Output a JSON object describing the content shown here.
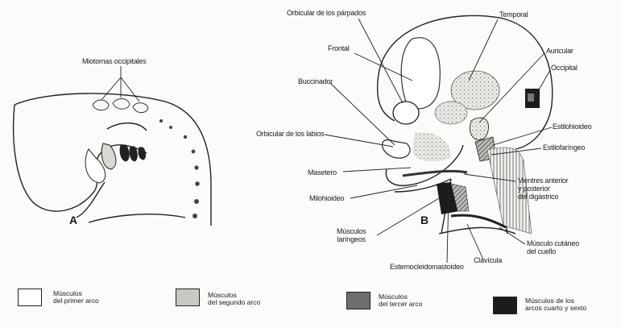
{
  "panels": {
    "a": "A",
    "b": "B"
  },
  "panel_a": {
    "label": "Miotomas occipitales"
  },
  "panel_b": {
    "orbicular_parpados": "Orbicular de los párpados",
    "temporal": "Temporal",
    "frontal": "Frontal",
    "auricular": "Auricular",
    "buccinador": "Buccinador",
    "occipital": "Occipital",
    "orbicular_labios": "Orbicular de los labios",
    "estilohioideo": "Estilohioideo",
    "estilofaringeo": "Estilofaríngeo",
    "masetero": "Masetero",
    "digastrico": [
      "Vientres anterior",
      "y posterior",
      "del digástrico"
    ],
    "milohioideo": "Milohioideo",
    "laringeos": [
      "Músculos",
      "laríngeos"
    ],
    "cutaneo": [
      "Músculo cutáneo",
      "del cuello"
    ],
    "clavicula": "Clavícula",
    "esternocleidomastoideo": "Esternocleidomastoideo"
  },
  "legend": [
    {
      "lines": [
        "Músculos",
        "del primer arco"
      ],
      "color": "#ffffff"
    },
    {
      "lines": [
        "Músculos",
        "del segundo arco"
      ],
      "color": "#c9c9c4"
    },
    {
      "lines": [
        "Músculos",
        "del tercer arco"
      ],
      "color": "#6e6e6e"
    },
    {
      "lines": [
        "Músculos de los",
        "arcos cuarto y sexto"
      ],
      "color": "#1c1c1c"
    }
  ]
}
